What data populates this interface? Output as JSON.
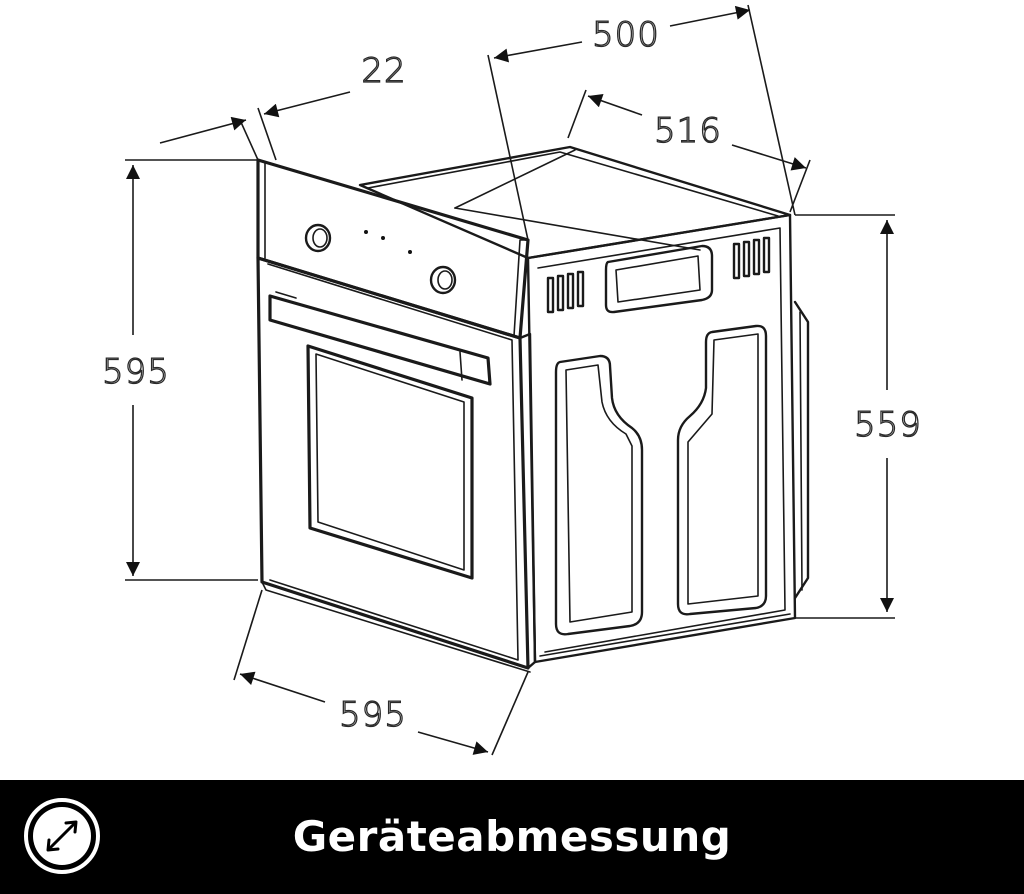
{
  "diagram": {
    "subject": "oven-dimension-drawing",
    "dimensions": {
      "total_depth": "500",
      "panel_depth": "22",
      "body_depth": "516",
      "front_height": "595",
      "body_height": "559",
      "front_width": "595"
    }
  },
  "footer": {
    "icon": "resize-diagonal-arrow-icon",
    "title": "Geräteabmessung",
    "background": "#000000",
    "text_color": "#ffffff"
  }
}
